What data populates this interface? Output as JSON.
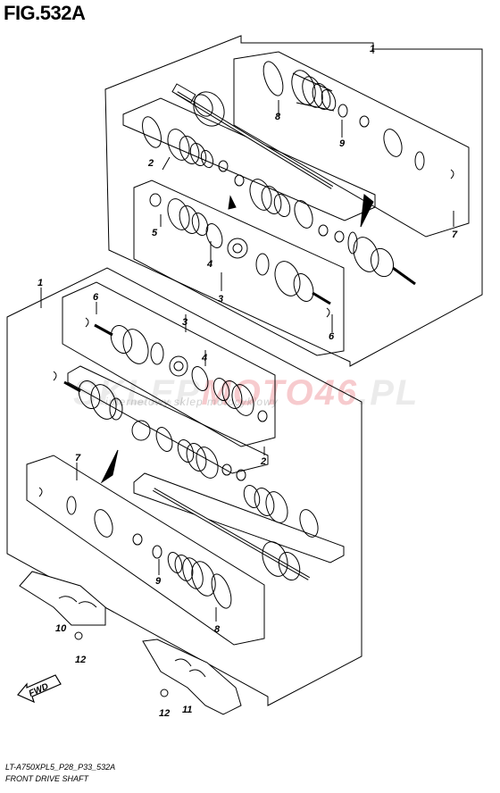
{
  "figure": {
    "title": "FIG.532A",
    "model_code": "LT-A750XPL5_P28_P33_532A",
    "caption": "FRONT DRIVE SHAFT"
  },
  "watermark": {
    "text": "SKLEPMOTO46.PL",
    "subtext": "internetowy sklep motocyklowy",
    "accent_color": "#e0303a"
  },
  "fwd_label": "FWD",
  "callouts": {
    "c1a": "1",
    "c1b": "1",
    "c2a": "2",
    "c2b": "2",
    "c3a": "3",
    "c3b": "3",
    "c4a": "4",
    "c4b": "4",
    "c5": "5",
    "c6a": "6",
    "c6b": "6",
    "c7a": "7",
    "c7b": "7",
    "c8a": "8",
    "c8b": "8",
    "c9a": "9",
    "c9b": "9",
    "c10": "10",
    "c11": "11",
    "c12a": "12",
    "c12b": "12"
  }
}
